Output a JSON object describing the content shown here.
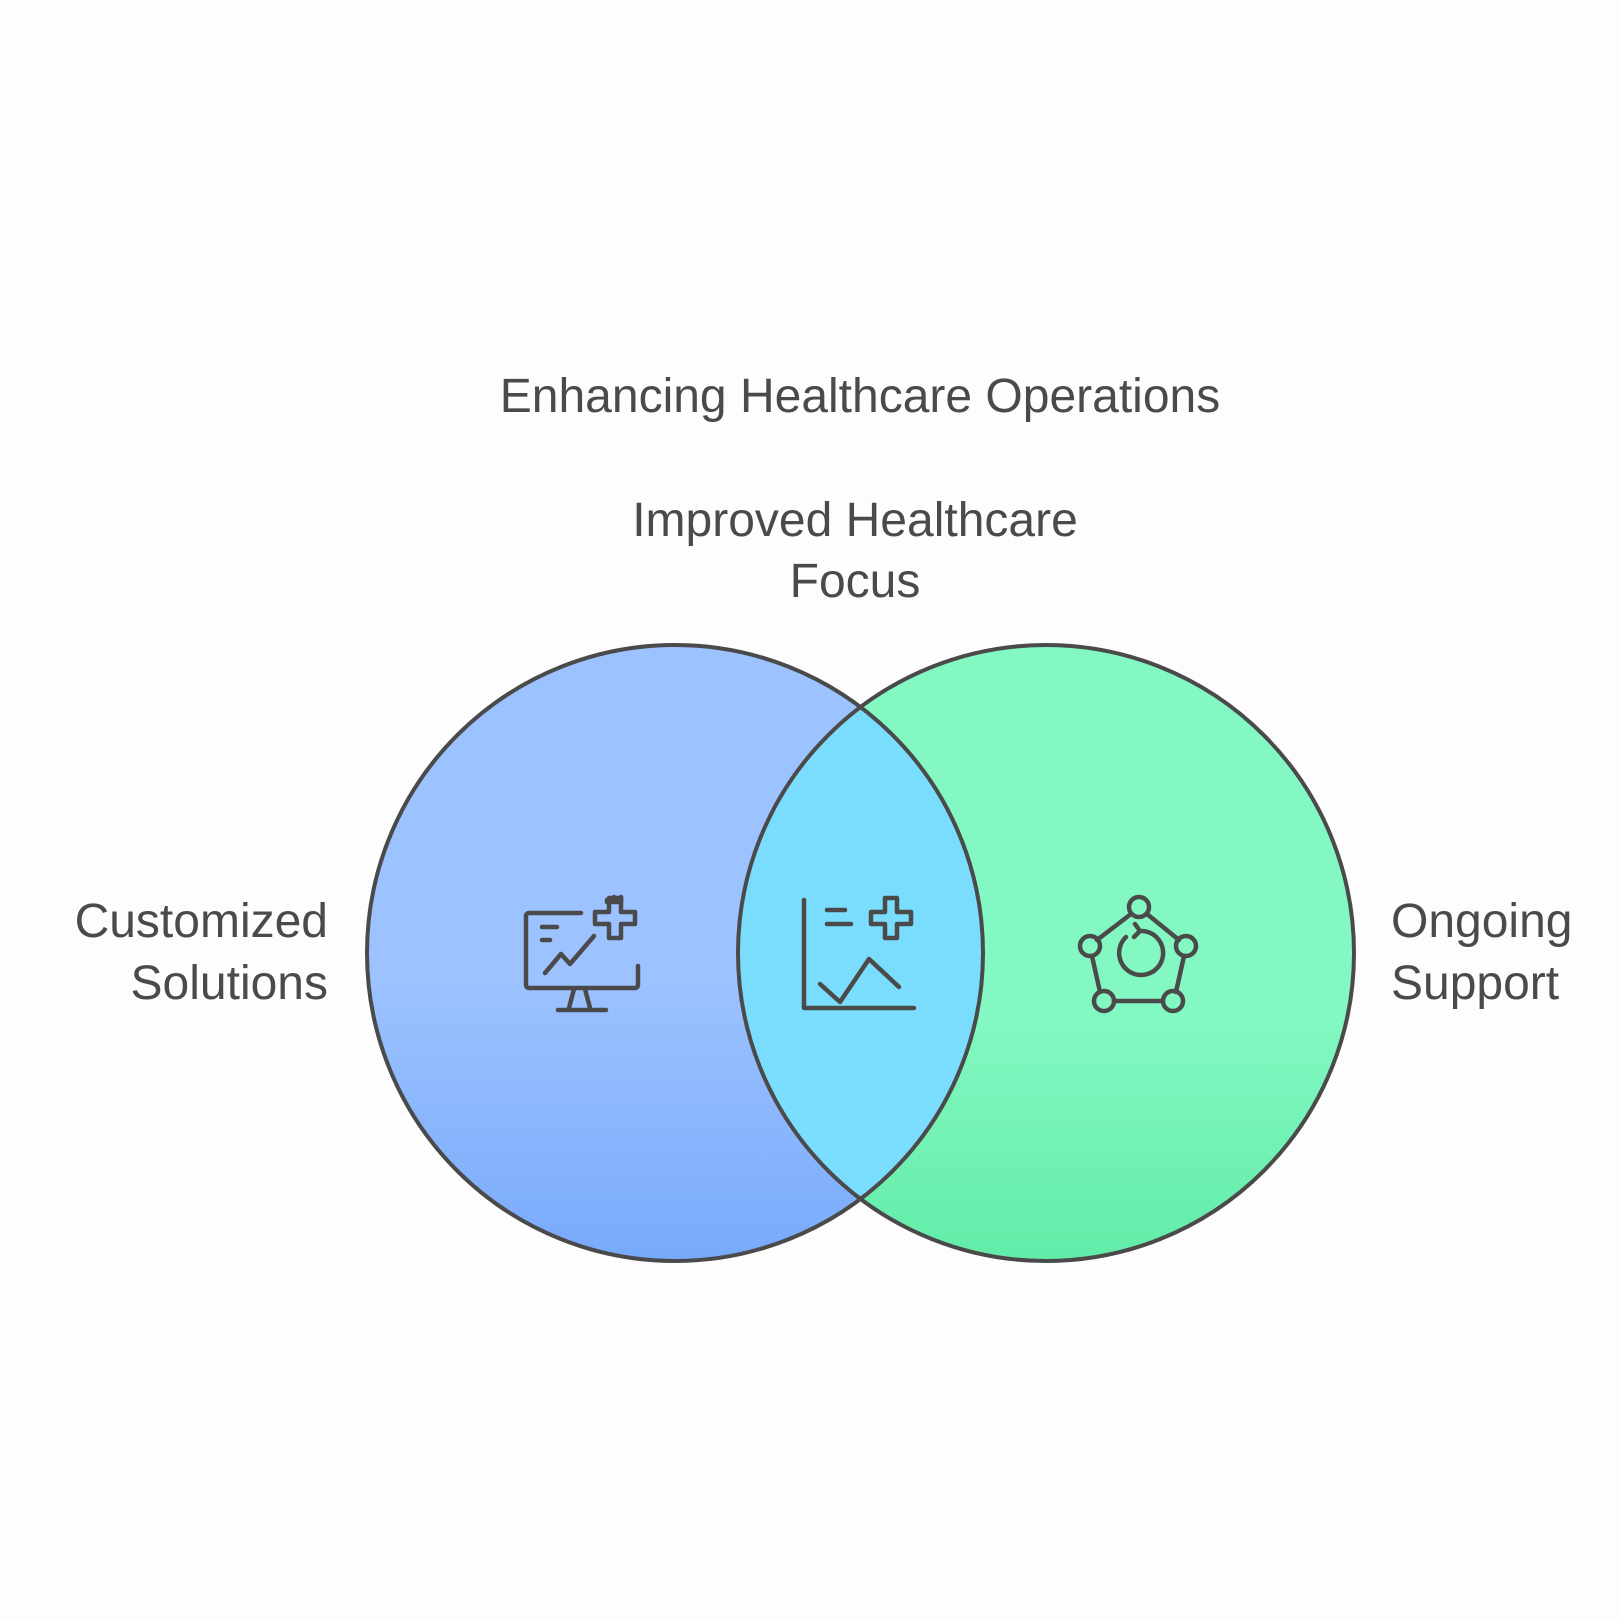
{
  "title": "Enhancing Healthcare Operations",
  "overlap": {
    "line1": "Improved Healthcare",
    "line2": "Focus",
    "icon": "chart-medical-icon"
  },
  "left": {
    "line1": "Customized",
    "line2": "Solutions",
    "icon": "monitor-medical-icon",
    "color": "#9cc2ff"
  },
  "right": {
    "line1": "Ongoing",
    "line2": "Support",
    "icon": "network-refresh-icon",
    "color": "#84f8c2"
  },
  "colors": {
    "overlap": "#7bddfd",
    "stroke": "#4a4a4a"
  }
}
